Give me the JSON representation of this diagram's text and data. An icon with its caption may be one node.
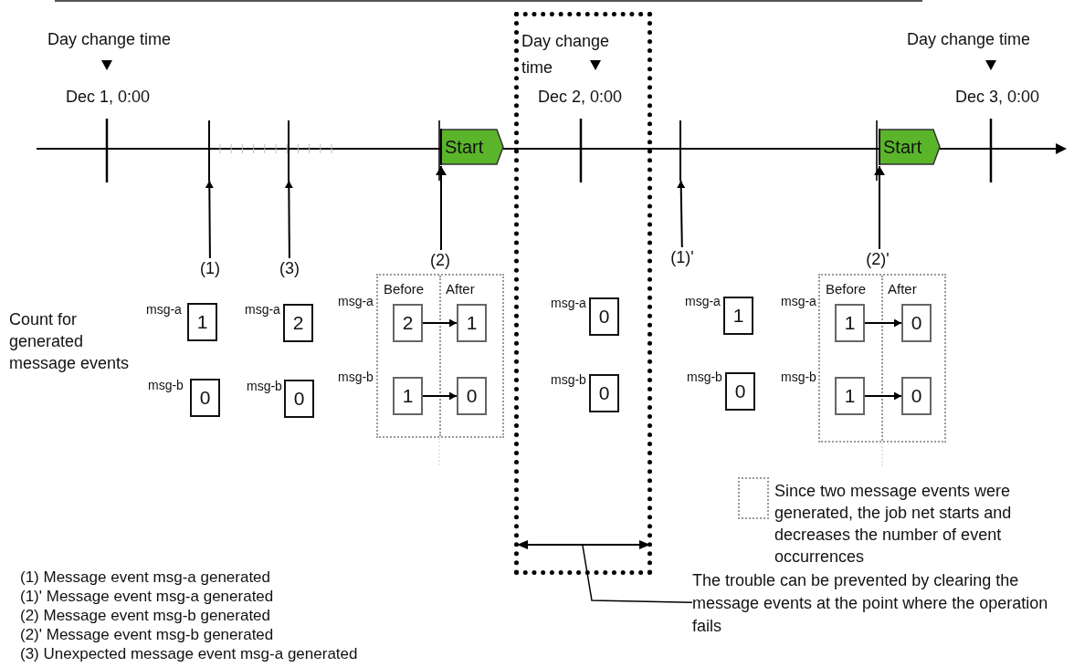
{
  "diagram": {
    "nodes": [
      {
        "text": [
          "(1)"
        ]
      },
      {
        "text": [
          "(3)"
        ]
      },
      {
        "text": [
          "(2)"
        ]
      },
      {
        "text": [
          "(1)'"
        ]
      },
      {
        "text": [
          "(2)'"
        ]
      },
      {
        "text": [
          "Start"
        ]
      },
      {
        "text": [
          "Start"
        ]
      },
      {
        "text": [],
        "shape": "box"
      },
      {
        "text": [
          "1"
        ],
        "beside": [
          "msg-a"
        ]
      },
      {
        "text": [
          "0"
        ],
        "beside": [
          "msg-b"
        ]
      },
      {
        "text": [
          "2"
        ],
        "beside": [
          "msg-a"
        ]
      },
      {
        "text": [
          "0"
        ],
        "beside": [
          "msg-b"
        ]
      },
      {
        "text": [
          "Before",
          "After"
        ],
        "beside": [
          "msg-a",
          "msg-b"
        ]
      },
      {
        "text": [
          "2"
        ],
        "in": 12
      },
      {
        "text": [
          "1"
        ],
        "in": 12
      },
      {
        "text": [
          "1"
        ],
        "in": 12
      },
      {
        "text": [
          "0"
        ],
        "in": 12
      },
      {
        "text": [
          "0"
        ],
        "in": 7,
        "beside": [
          "msg-a"
        ]
      },
      {
        "text": [
          "0"
        ],
        "in": 7,
        "beside": [
          "msg-b"
        ]
      },
      {
        "text": [
          "1"
        ],
        "beside": [
          "msg-a"
        ]
      },
      {
        "text": [
          "0"
        ],
        "beside": [
          "msg-b"
        ]
      },
      {
        "text": [
          "Before",
          "After"
        ],
        "beside": [
          "msg-a",
          "msg-b"
        ]
      },
      {
        "text": [
          "1"
        ],
        "in": 21
      },
      {
        "text": [
          "0"
        ],
        "in": 21
      },
      {
        "text": [
          "1"
        ],
        "in": 21
      },
      {
        "text": [
          "0"
        ],
        "in": 21
      },
      {
        "text": [
          "The trouble can be prevented by clearing the message events at the point where the operation fails"
        ]
      },
      {
        "text": [],
        "shape": "bar"
      },
      {
        "text": [],
        "shape": "bar"
      },
      {
        "text": [],
        "shape": "bar"
      }
    ],
    "edges": [
      {
        "from": 0,
        "to": 27,
        "arrow": "to"
      },
      {
        "from": 1,
        "to": 28,
        "arrow": "to"
      },
      {
        "from": 2,
        "to": 5,
        "arrow": "to"
      },
      {
        "from": 3,
        "to": 29,
        "arrow": "to"
      },
      {
        "from": 4,
        "to": 6,
        "arrow": "to"
      },
      {
        "from": 13,
        "to": 14,
        "arrow": "to"
      },
      {
        "from": 15,
        "to": 16,
        "arrow": "to"
      },
      {
        "from": 22,
        "to": 23,
        "arrow": "to"
      },
      {
        "from": 24,
        "to": 25,
        "arrow": "to"
      },
      {
        "from": 26,
        "to": null,
        "arrow": "none"
      }
    ],
    "labels": [
      "Day change time",
      "Dec 1, 0:00",
      "Day change time",
      "Dec 2, 0:00",
      "Day change time",
      "Dec 3, 0:00",
      "Count for generated message events",
      "(1) Message event msg-a generated",
      "(1)' Message event msg-a generated",
      "(2) Message event msg-b generated",
      "(2)' Message event msg-b generated",
      "(3) Unexpected message event msg-a generated"
    ],
    "legend": [
      {
        "text": "Since two message events were generated, the job net starts and decreases the number of event occurrences"
      }
    ]
  }
}
